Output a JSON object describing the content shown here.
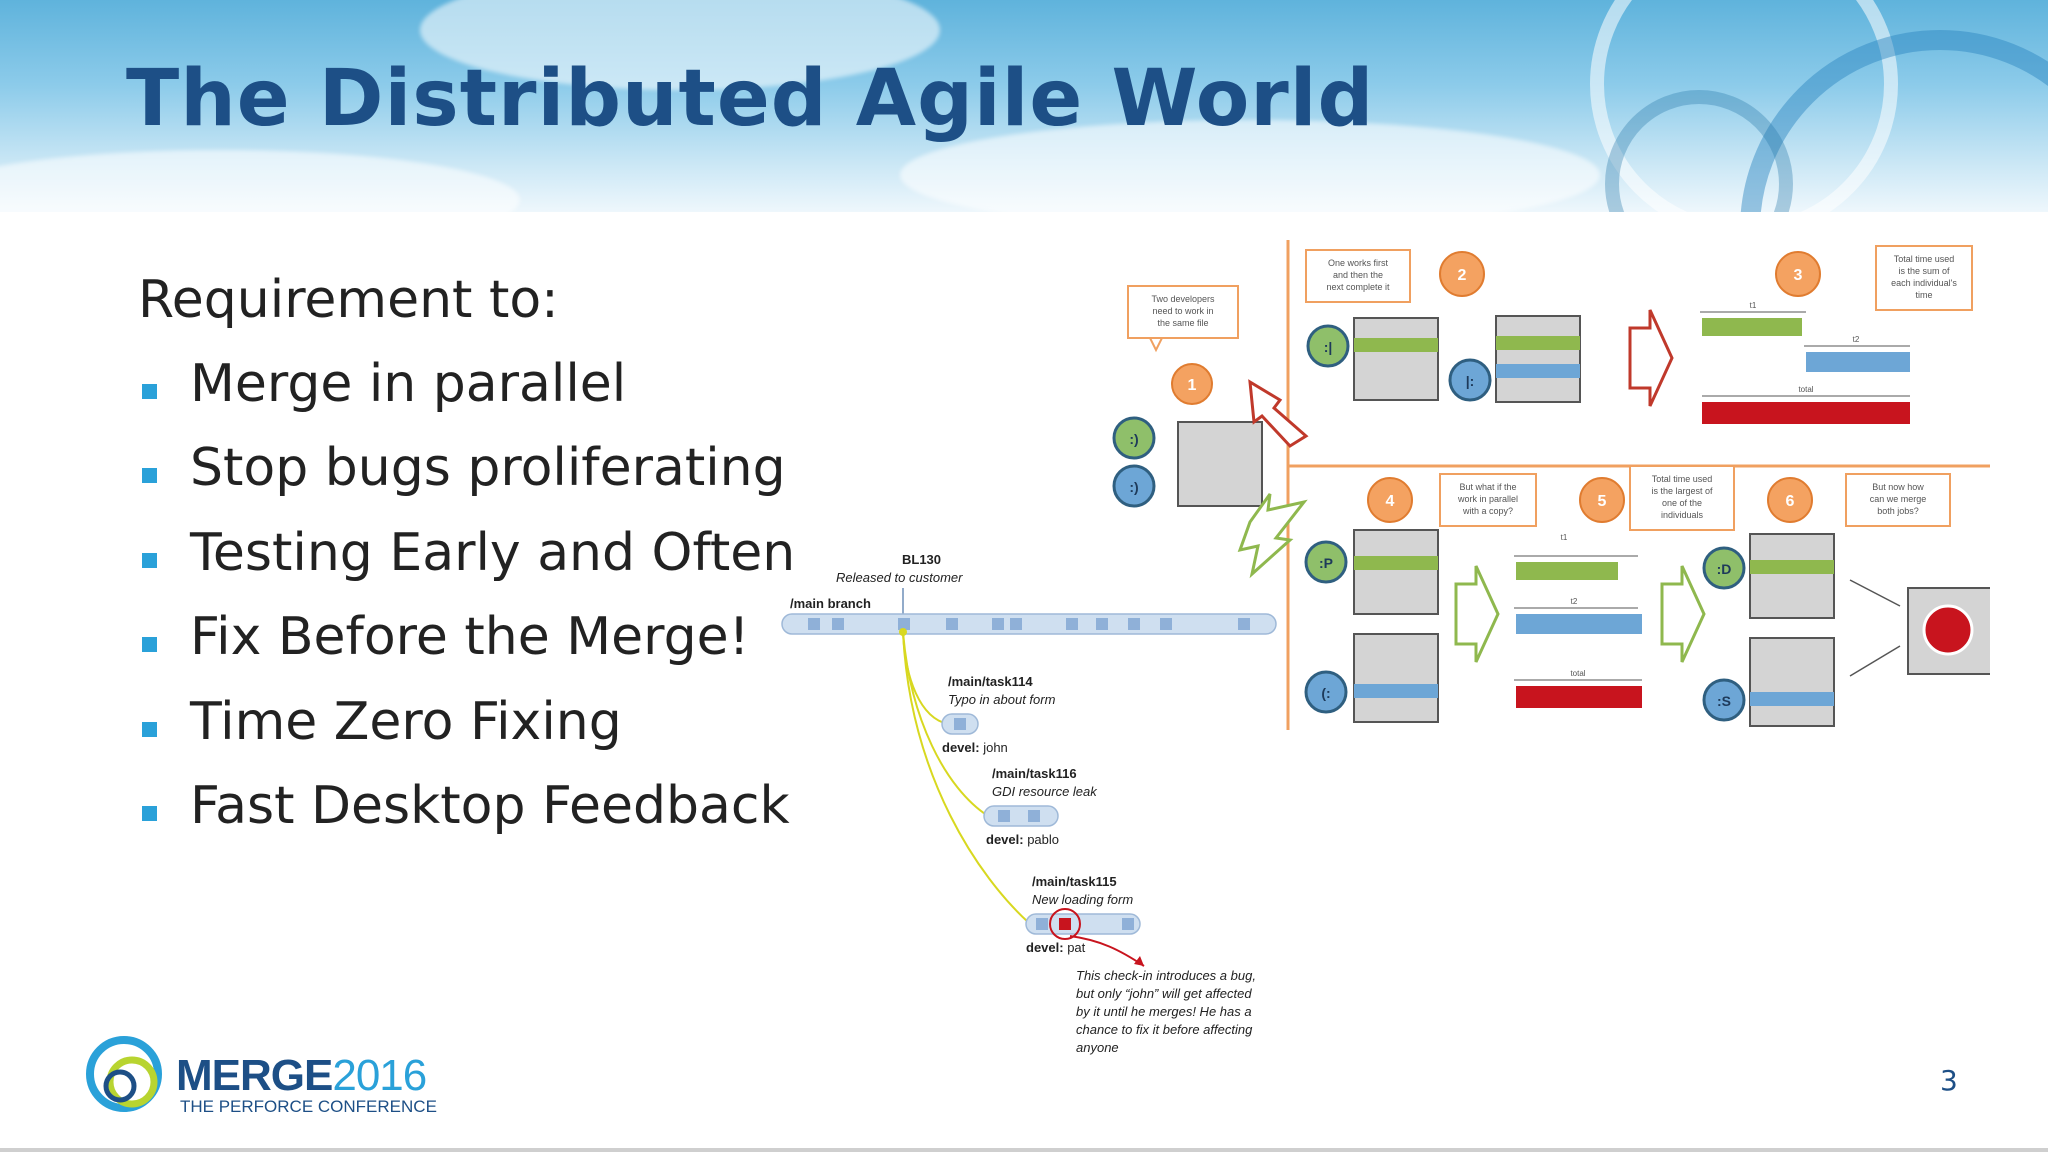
{
  "slide": {
    "title": "The Distributed Agile World",
    "requirement_heading": "Requirement to:",
    "bullets": [
      "Merge in parallel",
      "Stop bugs proliferating",
      "Testing Early and Often",
      "Fix Before the Merge!",
      "Time Zero Fixing",
      "Fast Desktop Feedback"
    ],
    "page_number": "3",
    "accent_color": "#2aa1d9",
    "title_color": "#1d4f86"
  },
  "branch_diagram": {
    "baseline_label": "BL130",
    "baseline_note": "Released to customer",
    "main_branch_label": "/main branch",
    "tasks": [
      {
        "path": "/main/task114",
        "note": "Typo in about form",
        "devel_label": "devel:",
        "devel_name": "john"
      },
      {
        "path": "/main/task116",
        "note": "GDI resource leak",
        "devel_label": "devel:",
        "devel_name": "pablo"
      },
      {
        "path": "/main/task115",
        "note": "New loading form",
        "devel_label": "devel:",
        "devel_name": "pat"
      }
    ],
    "bug_note_lines": [
      "This check-in introduces a bug,",
      "but only “john” will get affected",
      "by it until he merges! He has a",
      "chance to fix it before affecting",
      "anyone"
    ]
  },
  "agile_diagram": {
    "steps": [
      "1",
      "2",
      "3",
      "4",
      "5",
      "6"
    ],
    "callouts": [
      [
        "Two developers",
        "need to work in",
        "the same file"
      ],
      [
        "One works first",
        "and then the",
        "next complete it"
      ],
      [
        "Total time used",
        "is the sum of",
        "each individual's",
        "time"
      ],
      [
        "But what if the",
        "work in parallel",
        "with a copy?"
      ],
      [
        "Total time used",
        "is the largest of",
        "one of the",
        "individuals"
      ],
      [
        "But now how",
        "can we merge",
        "both jobs?"
      ]
    ],
    "faces": [
      ":)",
      ":)",
      ":|",
      "|:",
      ":P",
      "(:",
      ":D",
      ":S"
    ],
    "bar_labels": {
      "t1": "t1",
      "t2": "t2",
      "total": "total"
    }
  },
  "logo": {
    "brand": "MERGE",
    "year": "2016",
    "tagline": "THE PERFORCE CONFERENCE"
  }
}
